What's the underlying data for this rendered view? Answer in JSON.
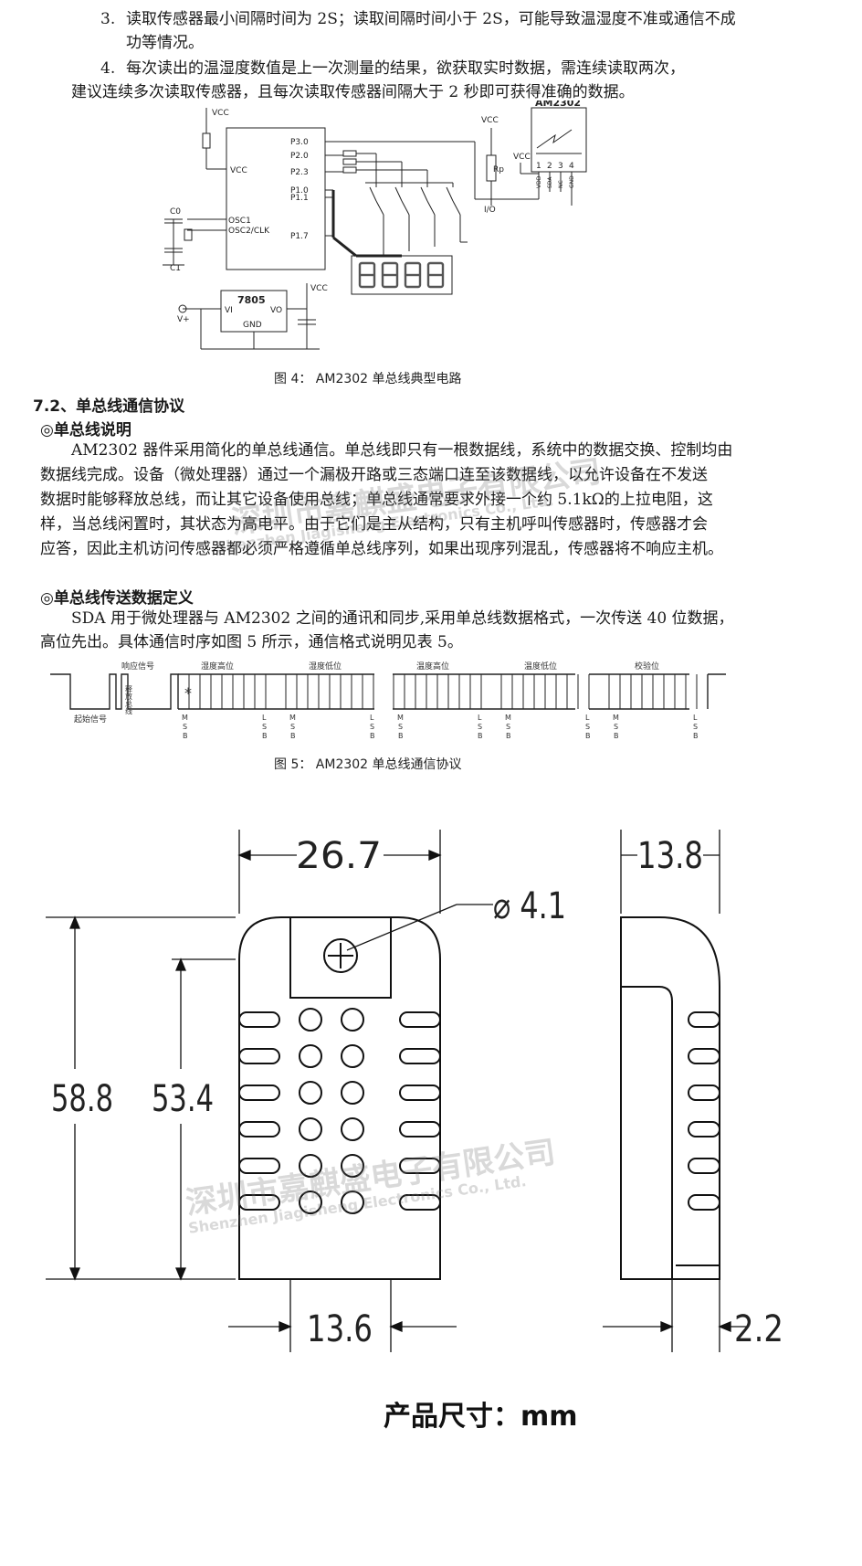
{
  "list": [
    {
      "num": "3.",
      "line1": "读取传感器最小间隔时间为 2S；读取间隔时间小于 2S，可能导致温湿度不准或通信不成",
      "line2": "功等情况。"
    },
    {
      "num": "4.",
      "line1": "每次读出的温湿度数值是上一次测量的结果，欲获取实时数据，需连续读取两次，",
      "line2": "建议连续多次读取传感器，且每次读取传感器间隔大于 2 秒即可获得准确的数据。"
    }
  ],
  "fig4": {
    "caption": "图 4：  AM2302 单总线典型电路",
    "vcc": "VCC",
    "pins": [
      "P3.0",
      "P2.0",
      "P2.3",
      "P1.0",
      "P1.1",
      "P1.7"
    ],
    "osc1": "OSC1",
    "osc2": "OSC2/CLK",
    "c0": "C0",
    "c1": "C1",
    "regulator": "7805",
    "vi": "VI",
    "vo": "VO",
    "gnd": "GND",
    "vplus": "V+",
    "rp": "Rp",
    "io": "I/O",
    "sensor": "AM2302",
    "sensor_pins": [
      "1",
      "2",
      "3",
      "4"
    ],
    "sensor_pin_names": [
      "VDD",
      "SDA",
      "NC",
      "GND"
    ]
  },
  "section": {
    "title": "7.2、单总线通信协议",
    "sub1": "◎单总线说明",
    "para1": [
      "AM2302 器件采用简化的单总线通信。单总线即只有一根数据线，系统中的数据交换、控制均由",
      "数据线完成。设备（微处理器）通过一个漏极开路或三态端口连至该数据线，以允许设备在不发送",
      "数据时能够释放总线，而让其它设备使用总线；单总线通常要求外接一个约 5.1kΩ的上拉电阻，这",
      "样，当总线闲置时，其状态为高电平。由于它们是主从结构，只有主机呼叫传感器时，传感器才会",
      "应答，因此主机访问传感器都必须严格遵循单总线序列，如果出现序列混乱，传感器将不响应主机。"
    ],
    "sub2": "◎单总线传送数据定义",
    "para2": [
      "SDA 用于微处理器与  AM2302 之间的通讯和同步,采用单总线数据格式，一次传送 40 位数据，",
      "高位先出。具体通信时序如图 5 所示，通信格式说明见表 5。"
    ]
  },
  "fig5": {
    "caption": "图 5：  AM2302 单总线通信协议",
    "start": "起始信号",
    "response": "响应信号",
    "release": "释放总线",
    "star": "*",
    "msb": [
      "M",
      "S",
      "B"
    ],
    "lsb": [
      "L",
      "S",
      "B"
    ],
    "fields": [
      "湿度高位",
      "湿度低位",
      "温度高位",
      "温度低位",
      "校验位"
    ]
  },
  "dims": {
    "width": "26.7",
    "depth": "13.8",
    "hole": "⌀ 4.1",
    "height_total": "58.8",
    "height_body": "53.4",
    "bottom_width": "13.6",
    "bottom_depth": "2.2",
    "caption": "产品尺寸：mm"
  },
  "watermark": {
    "cn": "深圳市嘉麒盛电子有限公司",
    "en": "Shenzhen Jiagisheng Electronics Co., Ltd."
  }
}
